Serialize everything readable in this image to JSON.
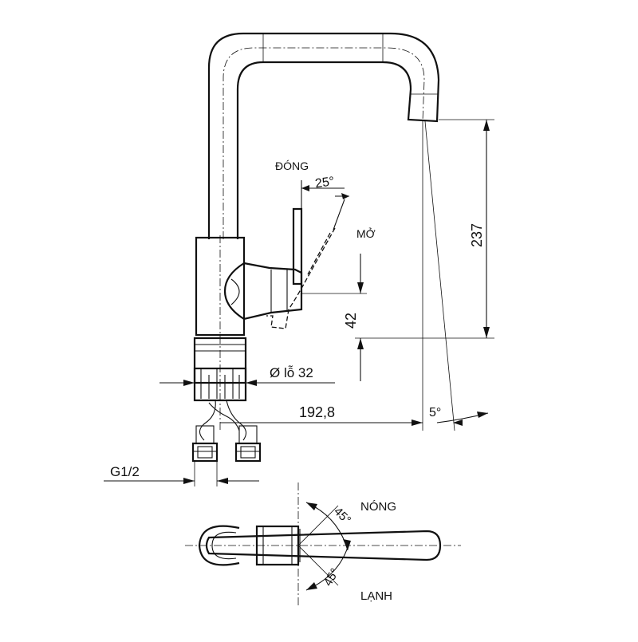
{
  "labels": {
    "dong": "ĐÓNG",
    "mo": "MỞ",
    "angle_handle": "25°",
    "height_spout": "237",
    "height_handle": "42",
    "hole": "Ø lỗ 32",
    "reach": "192,8",
    "spout_angle": "5°",
    "thread": "G1/2",
    "angle_hot": "45°",
    "hot": "NÓNG",
    "angle_cold": "45°",
    "cold": "LẠNH"
  }
}
